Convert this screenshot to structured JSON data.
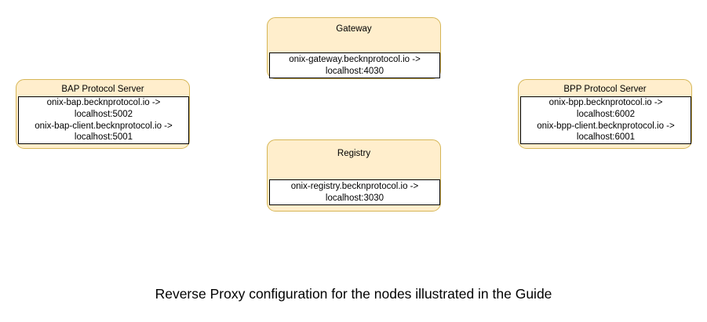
{
  "diagram": {
    "caption": "Reverse Proxy configuration for the nodes illustrated in the Guide",
    "colors": {
      "node_fill": "#ffeecc",
      "node_border": "#d6b656",
      "panel_fill": "#ffffff",
      "panel_border": "#000000",
      "text": "#000000",
      "background": "#ffffff"
    },
    "nodes": [
      {
        "id": "gateway",
        "title": "Gateway",
        "mappings": [
          {
            "line1": "onix-gateway.becknprotocol.io ->",
            "line2": "localhost:4030"
          }
        ],
        "lines": [
          "onix-gateway.becknprotocol.io ->",
          "localhost:4030"
        ]
      },
      {
        "id": "registry",
        "title": "Registry",
        "mappings": [
          {
            "line1": "onix-registry.becknprotocol.io ->",
            "line2": "localhost:3030"
          }
        ],
        "lines": [
          "onix-registry.becknprotocol.io ->",
          "localhost:3030"
        ]
      },
      {
        "id": "bap",
        "title": "BAP Protocol Server",
        "mappings": [
          {
            "line1": "onix-bap.becknprotocol.io ->",
            "line2": "localhost:5002"
          },
          {
            "line1": "onix-bap-client.becknprotocol.io ->",
            "line2": "localhost:5001"
          }
        ],
        "lines": [
          "onix-bap.becknprotocol.io ->",
          "localhost:5002",
          "onix-bap-client.becknprotocol.io ->",
          "localhost:5001"
        ]
      },
      {
        "id": "bpp",
        "title": "BPP Protocol Server",
        "mappings": [
          {
            "line1": "onix-bpp.becknprotocol.io ->",
            "line2": "localhost:6002"
          },
          {
            "line1": "onix-bpp-client.becknprotocol.io ->",
            "line2": "localhost:6001"
          }
        ],
        "lines": [
          "onix-bpp.becknprotocol.io ->",
          "localhost:6002",
          "onix-bpp-client.becknprotocol.io ->",
          "localhost:6001"
        ]
      }
    ]
  }
}
